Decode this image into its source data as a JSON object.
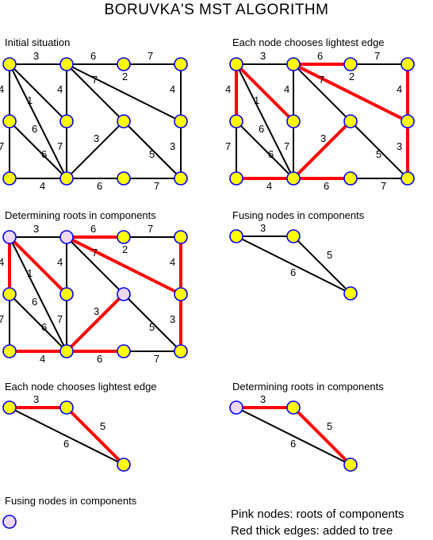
{
  "title": "BORUVKA'S MST ALGORITHM",
  "colors": {
    "node_fill": "#ffff00",
    "root_fill": "#f0d8f0",
    "node_stroke": "#0000ff",
    "edge": "#000000",
    "tree_edge": "#ff0000"
  },
  "legend": {
    "pink": "Pink nodes: roots of components",
    "red": "Red thick edges: added to tree"
  },
  "panels": [
    {
      "id": "p1",
      "title": "Initial situation",
      "nodes": [
        {
          "id": "a",
          "root": false
        },
        {
          "id": "b",
          "root": false
        },
        {
          "id": "c",
          "root": false
        },
        {
          "id": "d",
          "root": false
        },
        {
          "id": "e",
          "root": false
        },
        {
          "id": "f",
          "root": false
        },
        {
          "id": "g",
          "root": false
        },
        {
          "id": "h",
          "root": false
        },
        {
          "id": "i",
          "root": false
        },
        {
          "id": "j",
          "root": false
        },
        {
          "id": "k",
          "root": false
        },
        {
          "id": "l",
          "root": false
        }
      ],
      "edges": [
        {
          "from": "a",
          "to": "b",
          "w": "3",
          "red": false
        },
        {
          "from": "b",
          "to": "c",
          "w": "6",
          "red": false
        },
        {
          "from": "c",
          "to": "d",
          "w": "7",
          "red": false
        },
        {
          "from": "a",
          "to": "e",
          "w": "4",
          "red": false
        },
        {
          "from": "a",
          "to": "f",
          "w": "1",
          "red": false
        },
        {
          "from": "a",
          "to": "j",
          "w": "6",
          "red": false
        },
        {
          "from": "b",
          "to": "f",
          "w": "4",
          "red": false
        },
        {
          "from": "b",
          "to": "g",
          "w": "7",
          "red": false
        },
        {
          "from": "b",
          "to": "h",
          "w": "2",
          "red": false
        },
        {
          "from": "d",
          "to": "h",
          "w": "4",
          "red": false
        },
        {
          "from": "e",
          "to": "i",
          "w": "7",
          "red": false
        },
        {
          "from": "e",
          "to": "j",
          "w": "6",
          "red": false
        },
        {
          "from": "f",
          "to": "j",
          "w": "7",
          "red": false
        },
        {
          "from": "g",
          "to": "j",
          "w": "3",
          "red": false
        },
        {
          "from": "g",
          "to": "l",
          "w": "5",
          "red": false
        },
        {
          "from": "h",
          "to": "l",
          "w": "3",
          "red": false
        },
        {
          "from": "i",
          "to": "j",
          "w": "4",
          "red": false
        },
        {
          "from": "j",
          "to": "k",
          "w": "6",
          "red": false
        },
        {
          "from": "k",
          "to": "l",
          "w": "7",
          "red": false
        }
      ]
    },
    {
      "id": "p2",
      "title": "Each node chooses lightest edge",
      "nodes": [
        {
          "id": "a",
          "root": false
        },
        {
          "id": "b",
          "root": false
        },
        {
          "id": "c",
          "root": false
        },
        {
          "id": "d",
          "root": false
        },
        {
          "id": "e",
          "root": false
        },
        {
          "id": "f",
          "root": false
        },
        {
          "id": "g",
          "root": false
        },
        {
          "id": "h",
          "root": false
        },
        {
          "id": "i",
          "root": false
        },
        {
          "id": "j",
          "root": false
        },
        {
          "id": "k",
          "root": false
        },
        {
          "id": "l",
          "root": false
        }
      ],
      "edges": [
        {
          "from": "a",
          "to": "b",
          "w": "3",
          "red": false
        },
        {
          "from": "b",
          "to": "c",
          "w": "6",
          "red": true
        },
        {
          "from": "c",
          "to": "d",
          "w": "7",
          "red": false
        },
        {
          "from": "a",
          "to": "e",
          "w": "4",
          "red": true
        },
        {
          "from": "a",
          "to": "f",
          "w": "1",
          "red": true
        },
        {
          "from": "a",
          "to": "j",
          "w": "6",
          "red": false
        },
        {
          "from": "b",
          "to": "f",
          "w": "4",
          "red": false
        },
        {
          "from": "b",
          "to": "g",
          "w": "7",
          "red": false
        },
        {
          "from": "b",
          "to": "h",
          "w": "2",
          "red": true
        },
        {
          "from": "d",
          "to": "h",
          "w": "4",
          "red": true
        },
        {
          "from": "e",
          "to": "i",
          "w": "7",
          "red": false
        },
        {
          "from": "e",
          "to": "j",
          "w": "6",
          "red": false
        },
        {
          "from": "f",
          "to": "j",
          "w": "7",
          "red": false
        },
        {
          "from": "g",
          "to": "j",
          "w": "3",
          "red": true
        },
        {
          "from": "g",
          "to": "l",
          "w": "5",
          "red": false
        },
        {
          "from": "h",
          "to": "l",
          "w": "3",
          "red": true
        },
        {
          "from": "i",
          "to": "j",
          "w": "4",
          "red": true
        },
        {
          "from": "j",
          "to": "k",
          "w": "6",
          "red": true
        },
        {
          "from": "k",
          "to": "l",
          "w": "7",
          "red": false
        }
      ]
    },
    {
      "id": "p3",
      "title": "Determining roots in components",
      "nodes": [
        {
          "id": "a",
          "root": true
        },
        {
          "id": "b",
          "root": true
        },
        {
          "id": "c",
          "root": false
        },
        {
          "id": "d",
          "root": false
        },
        {
          "id": "e",
          "root": false
        },
        {
          "id": "f",
          "root": false
        },
        {
          "id": "g",
          "root": true
        },
        {
          "id": "h",
          "root": false
        },
        {
          "id": "i",
          "root": false
        },
        {
          "id": "j",
          "root": false
        },
        {
          "id": "k",
          "root": false
        },
        {
          "id": "l",
          "root": false
        }
      ],
      "edges": [
        {
          "from": "a",
          "to": "b",
          "w": "3",
          "red": false
        },
        {
          "from": "b",
          "to": "c",
          "w": "6",
          "red": true
        },
        {
          "from": "c",
          "to": "d",
          "w": "7",
          "red": false
        },
        {
          "from": "a",
          "to": "e",
          "w": "4",
          "red": true
        },
        {
          "from": "a",
          "to": "f",
          "w": "1",
          "red": true
        },
        {
          "from": "a",
          "to": "j",
          "w": "6",
          "red": false
        },
        {
          "from": "b",
          "to": "f",
          "w": "4",
          "red": false
        },
        {
          "from": "b",
          "to": "g",
          "w": "7",
          "red": false
        },
        {
          "from": "b",
          "to": "h",
          "w": "2",
          "red": true
        },
        {
          "from": "d",
          "to": "h",
          "w": "4",
          "red": true
        },
        {
          "from": "e",
          "to": "i",
          "w": "7",
          "red": false
        },
        {
          "from": "e",
          "to": "j",
          "w": "6",
          "red": false
        },
        {
          "from": "f",
          "to": "j",
          "w": "7",
          "red": false
        },
        {
          "from": "g",
          "to": "j",
          "w": "3",
          "red": true
        },
        {
          "from": "g",
          "to": "l",
          "w": "5",
          "red": false
        },
        {
          "from": "h",
          "to": "l",
          "w": "3",
          "red": true
        },
        {
          "from": "i",
          "to": "j",
          "w": "4",
          "red": true
        },
        {
          "from": "j",
          "to": "k",
          "w": "6",
          "red": true
        },
        {
          "from": "k",
          "to": "l",
          "w": "7",
          "red": false
        }
      ]
    },
    {
      "id": "p4",
      "title": "Fusing nodes in components",
      "nodes": [
        {
          "id": "x",
          "root": false
        },
        {
          "id": "y",
          "root": false
        },
        {
          "id": "z",
          "root": false
        }
      ],
      "edges": [
        {
          "from": "x",
          "to": "y",
          "w": "3",
          "red": false
        },
        {
          "from": "y",
          "to": "z",
          "w": "5",
          "red": false
        },
        {
          "from": "x",
          "to": "z",
          "w": "6",
          "red": false
        }
      ]
    },
    {
      "id": "p5",
      "title": "Each node chooses lightest edge",
      "nodes": [
        {
          "id": "x",
          "root": false
        },
        {
          "id": "y",
          "root": false
        },
        {
          "id": "z",
          "root": false
        }
      ],
      "edges": [
        {
          "from": "x",
          "to": "y",
          "w": "3",
          "red": true
        },
        {
          "from": "y",
          "to": "z",
          "w": "5",
          "red": true
        },
        {
          "from": "x",
          "to": "z",
          "w": "6",
          "red": false
        }
      ]
    },
    {
      "id": "p6",
      "title": "Determining roots in components",
      "nodes": [
        {
          "id": "x",
          "root": true
        },
        {
          "id": "y",
          "root": false
        },
        {
          "id": "z",
          "root": false
        }
      ],
      "edges": [
        {
          "from": "x",
          "to": "y",
          "w": "3",
          "red": true
        },
        {
          "from": "y",
          "to": "z",
          "w": "5",
          "red": true
        },
        {
          "from": "x",
          "to": "z",
          "w": "6",
          "red": false
        }
      ]
    },
    {
      "id": "p7",
      "title": "Fusing nodes in components",
      "nodes": [
        {
          "id": "s",
          "root": true
        }
      ],
      "edges": []
    }
  ]
}
